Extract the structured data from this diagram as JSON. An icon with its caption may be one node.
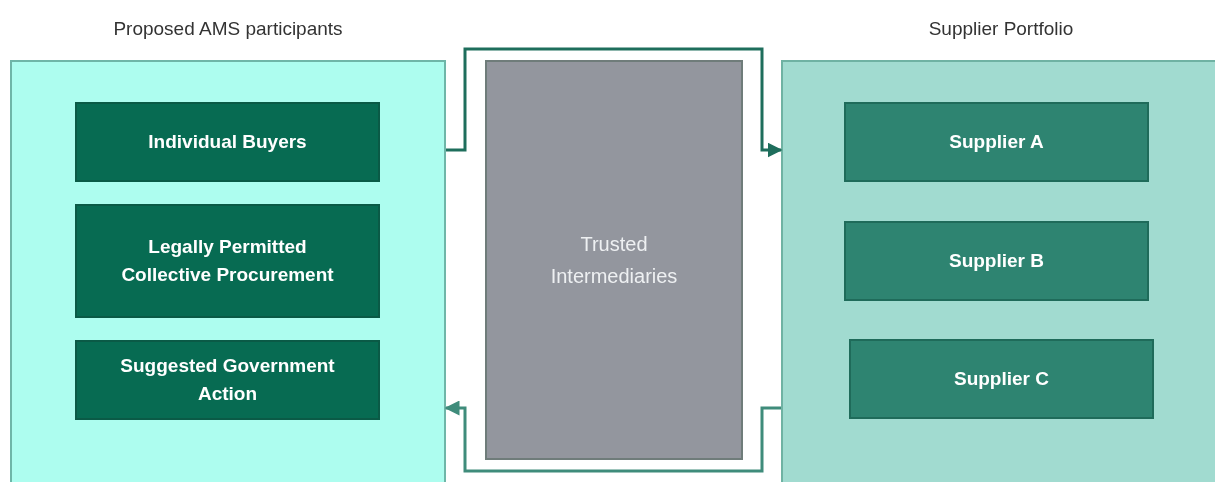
{
  "diagram": {
    "nodes": [
      {
        "text": [
          "Proposed AMS participants"
        ]
      },
      {
        "text": [
          "Individual Buyers"
        ],
        "in": 0
      },
      {
        "text": [
          "Legally Permitted Collective Procurement"
        ],
        "in": 0
      },
      {
        "text": [
          "Suggested Government Action"
        ],
        "in": 0
      },
      {
        "text": [
          "Trusted Intermediaries"
        ]
      },
      {
        "text": [
          "Supplier Portfolio"
        ]
      },
      {
        "text": [
          "Supplier A"
        ],
        "in": 5
      },
      {
        "text": [
          "Supplier B"
        ],
        "in": 5
      },
      {
        "text": [
          "Supplier C"
        ],
        "in": 5
      }
    ],
    "edges": [
      {
        "from": 0,
        "to": 5,
        "arrow": "to"
      },
      {
        "from": 5,
        "to": 0,
        "arrow": "to"
      }
    ]
  }
}
